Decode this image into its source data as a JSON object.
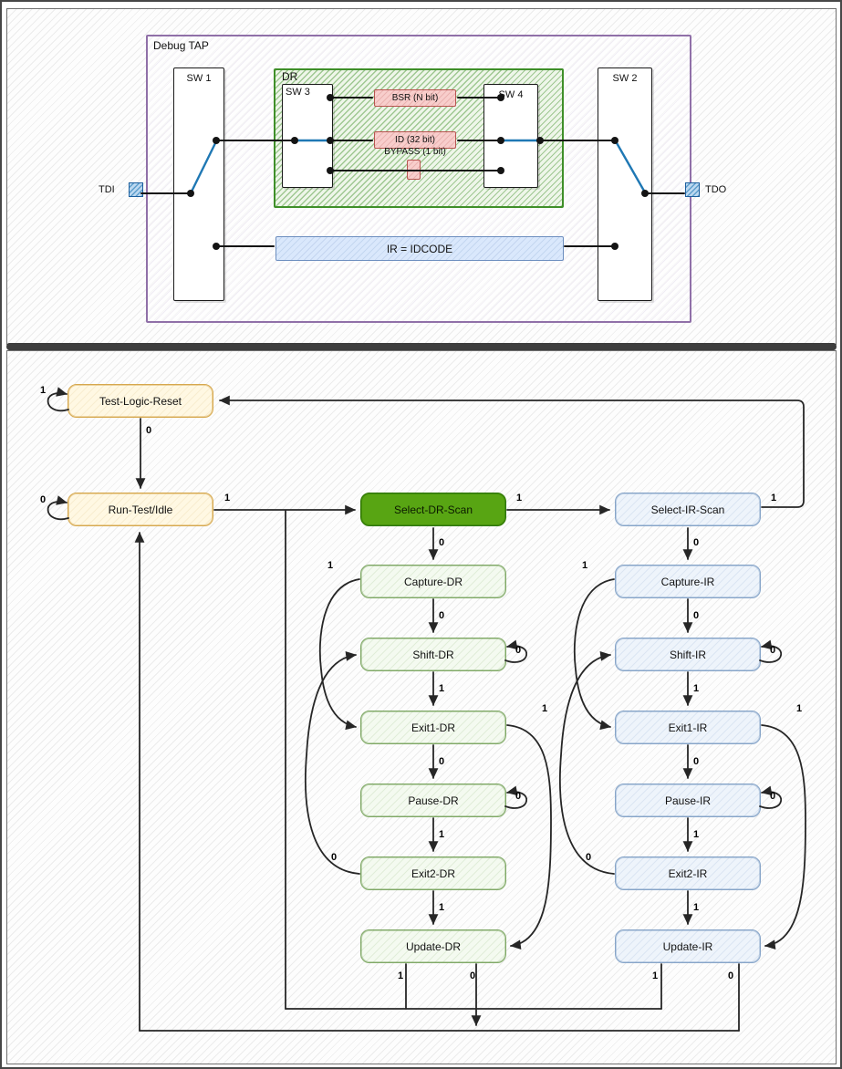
{
  "tap_diagram": {
    "container_label": "Debug TAP",
    "dr_region_label": "DR",
    "switches": {
      "sw1": "SW 1",
      "sw2": "SW 2",
      "sw3": "SW 3",
      "sw4": "SW 4"
    },
    "registers": {
      "bsr": "BSR (N bit)",
      "id": "ID (32 bit)",
      "bypass": "BYPASS (1 bit)"
    },
    "ir_label": "IR = IDCODE",
    "pins": {
      "tdi": "TDI",
      "tdo": "TDO"
    },
    "colors": {
      "container_purple": "#9070a8",
      "region_green": "#3f8f29",
      "register_fill": "#f8cecc",
      "register_border": "#b85450",
      "ir_fill": "#dae8fc",
      "ir_border": "#6c8ebf",
      "active_path_blue": "#1f78b4"
    }
  },
  "state_machine": {
    "states": {
      "test_logic_reset": "Test-Logic-Reset",
      "run_test_idle": "Run-Test/Idle",
      "select_dr_scan": "Select-DR-Scan",
      "select_ir_scan": "Select-IR-Scan",
      "capture_dr": "Capture-DR",
      "shift_dr": "Shift-DR",
      "exit1_dr": "Exit1-DR",
      "pause_dr": "Pause-DR",
      "exit2_dr": "Exit2-DR",
      "update_dr": "Update-DR",
      "capture_ir": "Capture-IR",
      "shift_ir": "Shift-IR",
      "exit1_ir": "Exit1-IR",
      "pause_ir": "Pause-IR",
      "exit2_ir": "Exit2-IR",
      "update_ir": "Update-IR"
    },
    "tms": {
      "zero": "0",
      "one": "1"
    },
    "colors": {
      "reset_idle_fill": "#fff8e3",
      "reset_idle_border": "#d6a84e",
      "selected_fill": "#58a513",
      "selected_border": "#2d7600",
      "dr_fill": "#f4faf0",
      "dr_border": "#7fa865",
      "ir_fill": "#eef4fb",
      "ir_border": "#86a4c8"
    },
    "transitions": [
      {
        "from": "Test-Logic-Reset",
        "tms": "1",
        "to": "Test-Logic-Reset"
      },
      {
        "from": "Test-Logic-Reset",
        "tms": "0",
        "to": "Run-Test/Idle"
      },
      {
        "from": "Run-Test/Idle",
        "tms": "0",
        "to": "Run-Test/Idle"
      },
      {
        "from": "Run-Test/Idle",
        "tms": "1",
        "to": "Select-DR-Scan"
      },
      {
        "from": "Select-DR-Scan",
        "tms": "0",
        "to": "Capture-DR"
      },
      {
        "from": "Select-DR-Scan",
        "tms": "1",
        "to": "Select-IR-Scan"
      },
      {
        "from": "Select-IR-Scan",
        "tms": "0",
        "to": "Capture-IR"
      },
      {
        "from": "Select-IR-Scan",
        "tms": "1",
        "to": "Test-Logic-Reset"
      },
      {
        "from": "Capture-DR",
        "tms": "0",
        "to": "Shift-DR"
      },
      {
        "from": "Capture-DR",
        "tms": "1",
        "to": "Exit1-DR"
      },
      {
        "from": "Shift-DR",
        "tms": "0",
        "to": "Shift-DR"
      },
      {
        "from": "Shift-DR",
        "tms": "1",
        "to": "Exit1-DR"
      },
      {
        "from": "Exit1-DR",
        "tms": "0",
        "to": "Pause-DR"
      },
      {
        "from": "Exit1-DR",
        "tms": "1",
        "to": "Update-DR"
      },
      {
        "from": "Pause-DR",
        "tms": "0",
        "to": "Pause-DR"
      },
      {
        "from": "Pause-DR",
        "tms": "1",
        "to": "Exit2-DR"
      },
      {
        "from": "Exit2-DR",
        "tms": "0",
        "to": "Shift-DR"
      },
      {
        "from": "Exit2-DR",
        "tms": "1",
        "to": "Update-DR"
      },
      {
        "from": "Update-DR",
        "tms": "1",
        "to": "Select-DR-Scan"
      },
      {
        "from": "Update-DR",
        "tms": "0",
        "to": "Run-Test/Idle"
      },
      {
        "from": "Capture-IR",
        "tms": "0",
        "to": "Shift-IR"
      },
      {
        "from": "Capture-IR",
        "tms": "1",
        "to": "Exit1-IR"
      },
      {
        "from": "Shift-IR",
        "tms": "0",
        "to": "Shift-IR"
      },
      {
        "from": "Shift-IR",
        "tms": "1",
        "to": "Exit1-IR"
      },
      {
        "from": "Exit1-IR",
        "tms": "0",
        "to": "Pause-IR"
      },
      {
        "from": "Exit1-IR",
        "tms": "1",
        "to": "Update-IR"
      },
      {
        "from": "Pause-IR",
        "tms": "0",
        "to": "Pause-IR"
      },
      {
        "from": "Pause-IR",
        "tms": "1",
        "to": "Exit2-IR"
      },
      {
        "from": "Exit2-IR",
        "tms": "0",
        "to": "Shift-IR"
      },
      {
        "from": "Exit2-IR",
        "tms": "1",
        "to": "Update-IR"
      },
      {
        "from": "Update-IR",
        "tms": "1",
        "to": "Select-DR-Scan"
      },
      {
        "from": "Update-IR",
        "tms": "0",
        "to": "Run-Test/Idle"
      }
    ]
  }
}
